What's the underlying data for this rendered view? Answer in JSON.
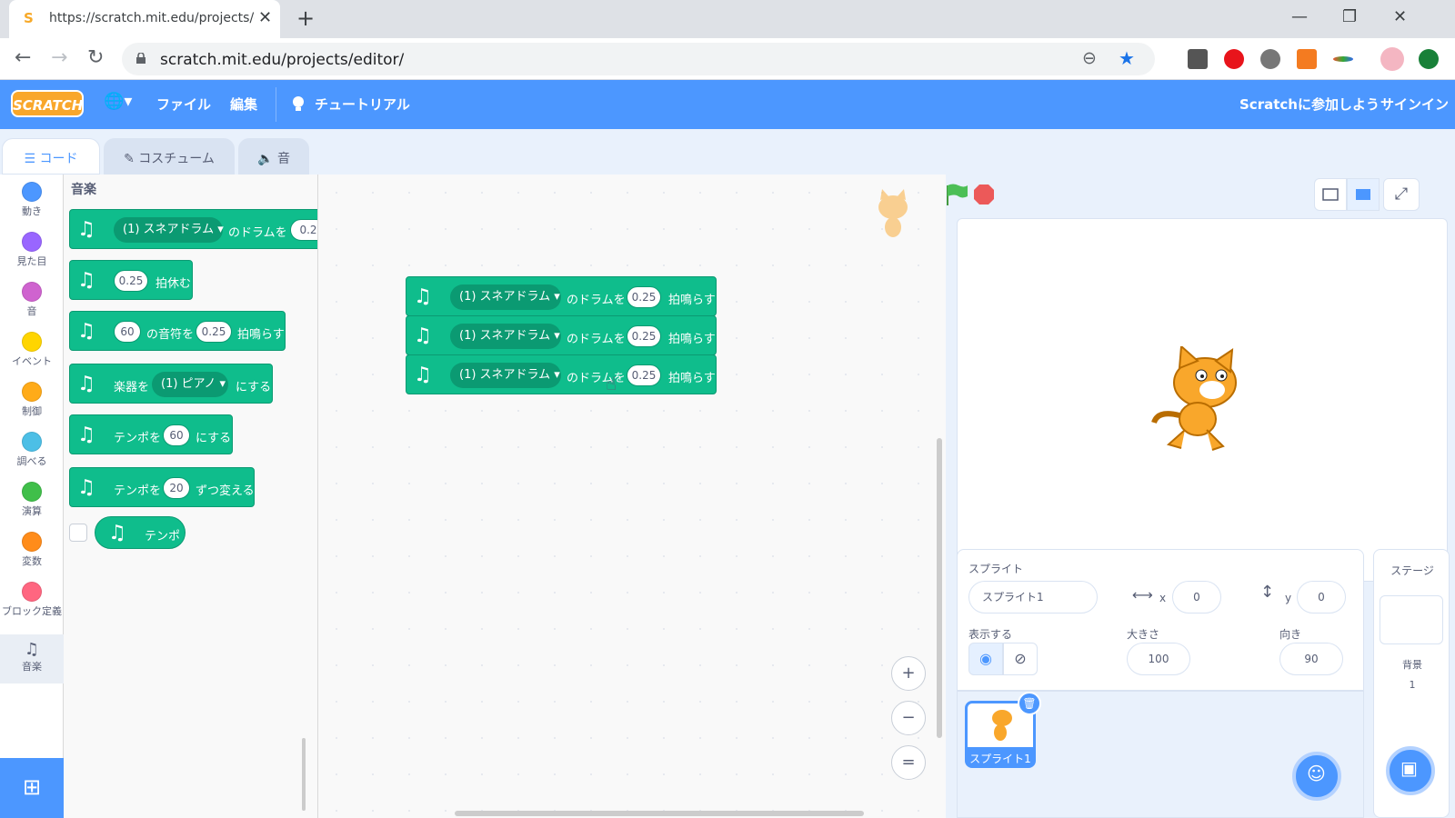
{
  "browser": {
    "tab_title": "https://scratch.mit.edu/projects/e",
    "favicon": "S",
    "new_tab": "+",
    "url": "scratch.mit.edu/projects/editor/",
    "minimize": "—",
    "restore": "❐",
    "close": "✕",
    "back": "←",
    "forward": "→",
    "reload": "↻",
    "zoom_icon": "⊖",
    "star_icon": "★"
  },
  "menubar": {
    "logo": "SCRATCH",
    "globe": "🌐▾",
    "file": "ファイル",
    "edit": "編集",
    "tutorial": "チュートリアル",
    "join": "Scratchに参加しよう",
    "signin": "サインイン"
  },
  "tabs": {
    "code": "コード",
    "costume": "コスチューム",
    "sound": "音"
  },
  "categories": [
    {
      "label": "動き",
      "color": "#4c97ff"
    },
    {
      "label": "見た目",
      "color": "#9966ff"
    },
    {
      "label": "音",
      "color": "#cf63cf"
    },
    {
      "label": "イベント",
      "color": "#ffd500"
    },
    {
      "label": "制御",
      "color": "#ffab19"
    },
    {
      "label": "調べる",
      "color": "#4cbfe6"
    },
    {
      "label": "演算",
      "color": "#40bf4a"
    },
    {
      "label": "変数",
      "color": "#ff8c1a"
    },
    {
      "label": "ブロック定義",
      "color": "#ff6680"
    },
    {
      "label": "音楽",
      "color": "#0fbd8c"
    }
  ],
  "palette": {
    "heading": "音楽",
    "b1": {
      "drum": "(1) スネアドラム ▾",
      "mid": "のドラムを",
      "val": "0.2"
    },
    "b2": {
      "val": "0.25",
      "tail": "拍休む"
    },
    "b3": {
      "val1": "60",
      "mid": "の音符を",
      "val2": "0.25",
      "tail": "拍鳴らす"
    },
    "b4": {
      "head": "楽器を",
      "inst": "(1) ピアノ ▾",
      "tail": "にする"
    },
    "b5": {
      "head": "テンポを",
      "val": "60",
      "tail": "にする"
    },
    "b6": {
      "head": "テンポを",
      "val": "20",
      "tail": "ずつ変える"
    },
    "b7": {
      "label": "テンポ"
    }
  },
  "script": [
    {
      "drum": "(1) スネアドラム ▾",
      "mid": "のドラムを",
      "val": "0.25",
      "tail": "拍鳴らす"
    },
    {
      "drum": "(1) スネアドラム ▾",
      "mid": "のドラムを",
      "val": "0.25",
      "tail": "拍鳴らす"
    },
    {
      "drum": "(1) スネアドラム ▾",
      "mid": "のドラムを",
      "val": "0.25",
      "tail": "拍鳴らす"
    }
  ],
  "zoom": {
    "in": "+",
    "out": "−",
    "reset": "="
  },
  "sprite_info": {
    "sprite_label": "スプライト",
    "sprite_name": "スプライト1",
    "x_label": "x",
    "x_value": "0",
    "y_label": "y",
    "y_value": "0",
    "show_label": "表示する",
    "size_label": "大きさ",
    "size_value": "100",
    "direction_label": "向き",
    "direction_value": "90"
  },
  "sprite_list": {
    "thumb_label": "スプライト1"
  },
  "stage_pane": {
    "title": "ステージ",
    "backdrop_label": "背景",
    "backdrop_count": "1"
  },
  "colors": {
    "scratch_blue": "#4c97ff",
    "music_green": "#0fbd8c"
  }
}
